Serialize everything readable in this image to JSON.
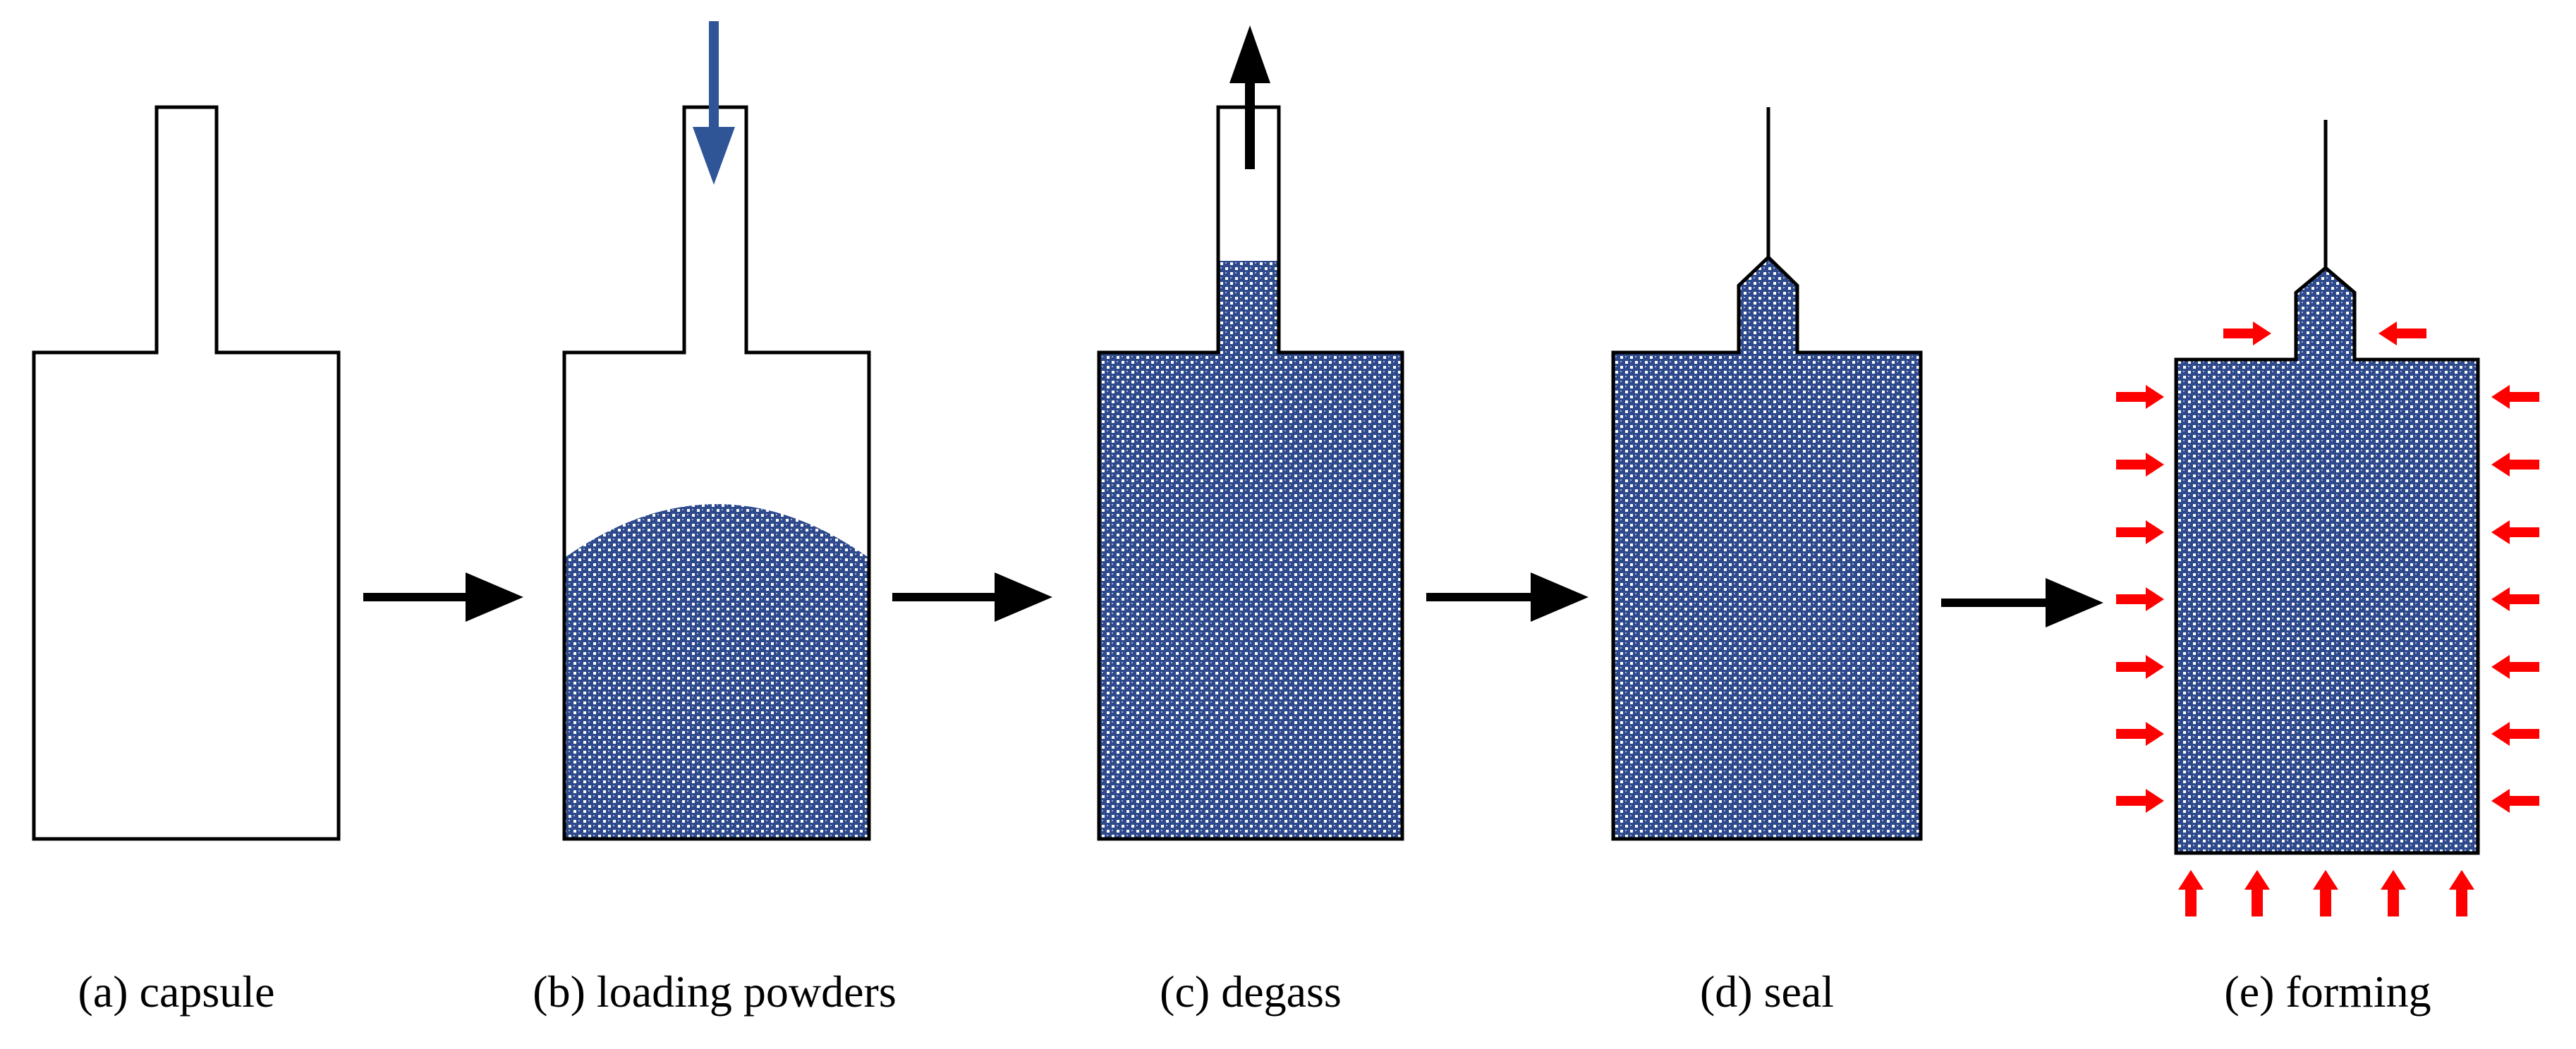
{
  "steps": [
    {
      "label": "(a) capsule",
      "powder_fill": "none"
    },
    {
      "label": "(b) loading powders",
      "powder_fill": "partial",
      "arrow": "in"
    },
    {
      "label": "(c) degass",
      "powder_fill": "full",
      "arrow": "out"
    },
    {
      "label": "(d) seal",
      "powder_fill": "full",
      "sealed": true
    },
    {
      "label": "(e) forming",
      "powder_fill": "full",
      "sealed": true,
      "pressure_arrows": true
    }
  ],
  "colors": {
    "outline": "#000000",
    "powder_base": "#2e4a8c",
    "powder_dot": "#ffffff",
    "load_arrow": "#2f5597",
    "pressure_arrow": "#ff0000",
    "process_arrow": "#000000"
  }
}
